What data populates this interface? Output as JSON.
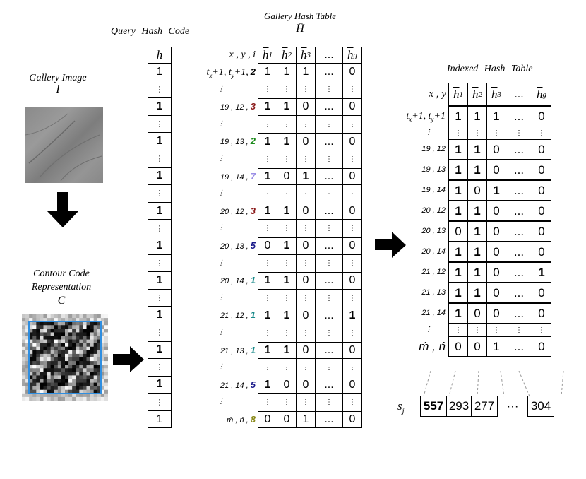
{
  "gallery_image": {
    "title": "Gallery Image",
    "symbol": "I"
  },
  "contour_code": {
    "title_line1": "Contour Code",
    "title_line2": "Representation",
    "symbol": "C"
  },
  "query_hash": {
    "title": "Query Hash Code",
    "header": "h",
    "cells": [
      "1",
      "⋮",
      "1",
      "⋮",
      "1",
      "⋮",
      "1",
      "⋮",
      "1",
      "⋮",
      "1",
      "⋮",
      "1",
      "⋮",
      "1",
      "⋮",
      "1",
      "⋮",
      "1",
      "⋮",
      "1"
    ],
    "bold": [
      false,
      false,
      true,
      false,
      true,
      false,
      true,
      false,
      true,
      false,
      true,
      false,
      true,
      false,
      true,
      false,
      true,
      false,
      true,
      false,
      false
    ]
  },
  "gallery_hash_table": {
    "title": "Gallery Hash Table",
    "symbol": "H̄",
    "label_header": "x , y , i",
    "col_headers": [
      "h̄1",
      "h̄2",
      "h̄3",
      "...",
      "h̄g"
    ],
    "rows": [
      {
        "label": "tx+1, ty+1,",
        "idx": "2",
        "idx_color": "#000000",
        "cells": [
          "1",
          "1",
          "1",
          "...",
          "0"
        ],
        "bold": [
          false,
          false,
          false,
          false,
          false
        ]
      },
      {
        "label": "⋮",
        "idx": "",
        "idx_color": "#000000",
        "cells": [
          "⋮",
          "⋮",
          "⋮",
          "⋮",
          "⋮"
        ],
        "bold": [
          false,
          false,
          false,
          false,
          false
        ]
      },
      {
        "label": "19 , 12 ,",
        "idx": "3",
        "idx_color": "#8B1A1A",
        "cells": [
          "1",
          "1",
          "0",
          "...",
          "0"
        ],
        "bold": [
          true,
          true,
          false,
          false,
          false
        ]
      },
      {
        "label": "⋮",
        "idx": "",
        "idx_color": "#000000",
        "cells": [
          "⋮",
          "⋮",
          "⋮",
          "⋮",
          "⋮"
        ],
        "bold": [
          false,
          false,
          false,
          false,
          false
        ]
      },
      {
        "label": "19 , 13 ,",
        "idx": "2",
        "idx_color": "#1a8a1a",
        "cells": [
          "1",
          "1",
          "0",
          "...",
          "0"
        ],
        "bold": [
          true,
          true,
          false,
          false,
          false
        ]
      },
      {
        "label": "⋮",
        "idx": "",
        "idx_color": "#000000",
        "cells": [
          "⋮",
          "⋮",
          "⋮",
          "⋮",
          "⋮"
        ],
        "bold": [
          false,
          false,
          false,
          false,
          false
        ]
      },
      {
        "label": "19 , 14 ,",
        "idx": "7",
        "idx_color": "#9b8fe6",
        "cells": [
          "1",
          "0",
          "1",
          "...",
          "0"
        ],
        "bold": [
          true,
          false,
          true,
          false,
          false
        ]
      },
      {
        "label": "⋮",
        "idx": "",
        "idx_color": "#000000",
        "cells": [
          "⋮",
          "⋮",
          "⋮",
          "⋮",
          "⋮"
        ],
        "bold": [
          false,
          false,
          false,
          false,
          false
        ]
      },
      {
        "label": "20 , 12 ,",
        "idx": "3",
        "idx_color": "#8B1A1A",
        "cells": [
          "1",
          "1",
          "0",
          "...",
          "0"
        ],
        "bold": [
          true,
          true,
          false,
          false,
          false
        ]
      },
      {
        "label": "⋮",
        "idx": "",
        "idx_color": "#000000",
        "cells": [
          "⋮",
          "⋮",
          "⋮",
          "⋮",
          "⋮"
        ],
        "bold": [
          false,
          false,
          false,
          false,
          false
        ]
      },
      {
        "label": "20 , 13 ,",
        "idx": "5",
        "idx_color": "#1a1a8a",
        "cells": [
          "0",
          "1",
          "0",
          "...",
          "0"
        ],
        "bold": [
          false,
          true,
          false,
          false,
          false
        ]
      },
      {
        "label": "⋮",
        "idx": "",
        "idx_color": "#000000",
        "cells": [
          "⋮",
          "⋮",
          "⋮",
          "⋮",
          "⋮"
        ],
        "bold": [
          false,
          false,
          false,
          false,
          false
        ]
      },
      {
        "label": "20 , 14 ,",
        "idx": "1",
        "idx_color": "#1a8a8a",
        "cells": [
          "1",
          "1",
          "0",
          "...",
          "0"
        ],
        "bold": [
          true,
          true,
          false,
          false,
          false
        ]
      },
      {
        "label": "⋮",
        "idx": "",
        "idx_color": "#000000",
        "cells": [
          "⋮",
          "⋮",
          "⋮",
          "⋮",
          "⋮"
        ],
        "bold": [
          false,
          false,
          false,
          false,
          false
        ]
      },
      {
        "label": "21 , 12 ,",
        "idx": "1",
        "idx_color": "#1a8a8a",
        "cells": [
          "1",
          "1",
          "0",
          "...",
          "1"
        ],
        "bold": [
          true,
          true,
          false,
          false,
          true
        ]
      },
      {
        "label": "⋮",
        "idx": "",
        "idx_color": "#000000",
        "cells": [
          "⋮",
          "⋮",
          "⋮",
          "⋮",
          "⋮"
        ],
        "bold": [
          false,
          false,
          false,
          false,
          false
        ]
      },
      {
        "label": "21 , 13 ,",
        "idx": "1",
        "idx_color": "#1a8a8a",
        "cells": [
          "1",
          "1",
          "0",
          "...",
          "0"
        ],
        "bold": [
          true,
          true,
          false,
          false,
          false
        ]
      },
      {
        "label": "⋮",
        "idx": "",
        "idx_color": "#000000",
        "cells": [
          "⋮",
          "⋮",
          "⋮",
          "⋮",
          "⋮"
        ],
        "bold": [
          false,
          false,
          false,
          false,
          false
        ]
      },
      {
        "label": "21 , 14 ,",
        "idx": "5",
        "idx_color": "#1a1a8a",
        "cells": [
          "1",
          "0",
          "0",
          "...",
          "0"
        ],
        "bold": [
          true,
          false,
          false,
          false,
          false
        ]
      },
      {
        "label": "⋮",
        "idx": "",
        "idx_color": "#000000",
        "cells": [
          "⋮",
          "⋮",
          "⋮",
          "⋮",
          "⋮"
        ],
        "bold": [
          false,
          false,
          false,
          false,
          false
        ]
      },
      {
        "label": "ḿ , ń ,",
        "idx": "8",
        "idx_color": "#8a8a1a",
        "cells": [
          "0",
          "0",
          "1",
          "...",
          "0"
        ],
        "bold": [
          false,
          false,
          false,
          false,
          false
        ]
      }
    ]
  },
  "indexed_hash_table": {
    "title": "Indexed Hash Table",
    "label_header": "x , y",
    "col_headers": [
      "h̄1",
      "h̄2",
      "h̄3",
      "...",
      "h̄g"
    ],
    "rows": [
      {
        "label": "tx+1, ty+1",
        "cells": [
          "1",
          "1",
          "1",
          "...",
          "0"
        ],
        "bold": [
          false,
          false,
          false,
          false,
          false
        ]
      },
      {
        "label": "⋮",
        "cells": [
          "⋮",
          "⋮",
          "⋮",
          "⋮",
          "⋮"
        ],
        "bold": [
          false,
          false,
          false,
          false,
          false
        ]
      },
      {
        "label": "19 , 12",
        "cells": [
          "1",
          "1",
          "0",
          "...",
          "0"
        ],
        "bold": [
          true,
          true,
          false,
          false,
          false
        ]
      },
      {
        "label": "19 , 13",
        "cells": [
          "1",
          "1",
          "0",
          "...",
          "0"
        ],
        "bold": [
          true,
          true,
          false,
          false,
          false
        ]
      },
      {
        "label": "19 , 14",
        "cells": [
          "1",
          "0",
          "1",
          "...",
          "0"
        ],
        "bold": [
          true,
          false,
          true,
          false,
          false
        ]
      },
      {
        "label": "20 , 12",
        "cells": [
          "1",
          "1",
          "0",
          "...",
          "0"
        ],
        "bold": [
          true,
          true,
          false,
          false,
          false
        ]
      },
      {
        "label": "20 , 13",
        "cells": [
          "0",
          "1",
          "0",
          "...",
          "0"
        ],
        "bold": [
          false,
          true,
          false,
          false,
          false
        ]
      },
      {
        "label": "20 , 14",
        "cells": [
          "1",
          "1",
          "0",
          "...",
          "0"
        ],
        "bold": [
          true,
          true,
          false,
          false,
          false
        ]
      },
      {
        "label": "21 , 12",
        "cells": [
          "1",
          "1",
          "0",
          "...",
          "1"
        ],
        "bold": [
          true,
          true,
          false,
          false,
          true
        ]
      },
      {
        "label": "21 , 13",
        "cells": [
          "1",
          "1",
          "0",
          "...",
          "0"
        ],
        "bold": [
          true,
          true,
          false,
          false,
          false
        ]
      },
      {
        "label": "21 , 14",
        "cells": [
          "1",
          "0",
          "0",
          "...",
          "0"
        ],
        "bold": [
          true,
          false,
          false,
          false,
          false
        ]
      },
      {
        "label": "⋮",
        "cells": [
          "⋮",
          "⋮",
          "⋮",
          "⋮",
          "⋮"
        ],
        "bold": [
          false,
          false,
          false,
          false,
          false
        ]
      },
      {
        "label": "ḿ , ń",
        "cells": [
          "0",
          "0",
          "1",
          "...",
          "0"
        ],
        "bold": [
          false,
          false,
          false,
          false,
          false
        ]
      }
    ]
  },
  "scores": {
    "label": "s j",
    "values": [
      "557",
      "293",
      "277",
      "···",
      "304"
    ],
    "bold": [
      true,
      false,
      false,
      false,
      false
    ]
  }
}
